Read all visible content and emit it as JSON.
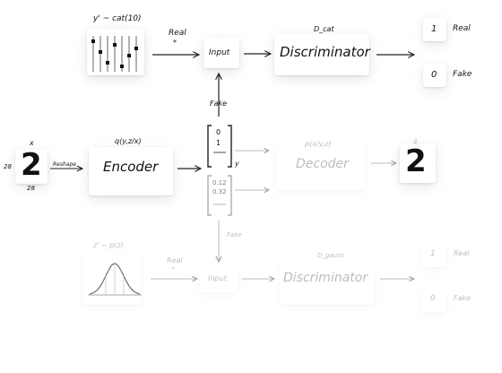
{
  "top": {
    "prior_label": "y' ~ cat(10)",
    "real_label": "Real",
    "input_label": "Input",
    "disc_sub": "D_cat",
    "disc_label": "Discriminator",
    "out_one": "1",
    "out_one_label": "Real",
    "out_zero": "0",
    "out_zero_label": "Fake"
  },
  "middle": {
    "fake_label": "Fake",
    "x_label": "x",
    "dim_w": "28",
    "dim_h": "28",
    "digit": "2",
    "reshape_label": "Reshape",
    "encoder_sub": "q(y,z/x)",
    "encoder_label": "Encoder",
    "y_values": [
      "0",
      "1"
    ],
    "y_label": "y",
    "z_values": [
      "0.12",
      "0.32"
    ],
    "decoder_sub": "p(x/y,z)",
    "decoder_label": "Decoder",
    "out_x_label": "x̂",
    "out_digit": "2"
  },
  "bottom": {
    "prior_label": "z' ~ p(z)",
    "real_label": "Real",
    "fake_label": "Fake",
    "input_label": "Input",
    "disc_sub": "D_gauss",
    "disc_label": "Discriminator",
    "out_one": "1",
    "out_one_label": "Real",
    "out_zero": "0",
    "out_zero_label": "Fake"
  }
}
